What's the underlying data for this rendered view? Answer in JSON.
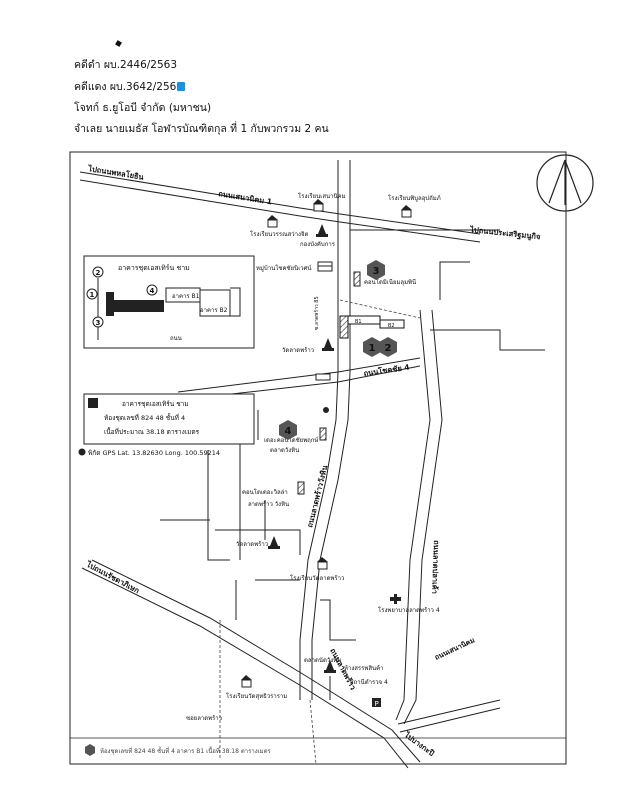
{
  "header": {
    "case_black": "คดีดำ ผบ.2446/2563",
    "case_red": "คดีแดง ผบ.3642/256",
    "plaintiff": "โจทก์ ธ.ยูโอบี จำกัด (มหาชน)",
    "defendant": "จำเลย นายเมธัส โอฬารบัณฑิตกุล ที่ 1 กับพวกรวม 2 คน"
  },
  "roads": {
    "to_phahonyothin": "ไปถนนพหลโยธิน",
    "to_prasert_manukit": "ไปถนนประเสริฐมนูกิจ",
    "road_upper": "ถนนเสนานิคม 1",
    "road_mid": "ถนนโชคชัย 4",
    "road_diag_main": "ถนนลาดพร้าววังหิน",
    "road_right": "ถนนลาดปลาเค้า",
    "road_bottom": "ถนนลาดพร้าว",
    "to_rattanathibet": "ไปถนนรัชดาภิเษก",
    "to_bang_kapi": "ไปบางกะปิ",
    "road_sena": "ถนนเสนานิคม"
  },
  "poi": {
    "school_top": "โรงเรียนเสนานิคม",
    "school_top_right": "โรงเรียนพิบูลอุปถัมภ์",
    "school_left": "โรงเรียนวรรณสว่างจิต",
    "police": "กองบังคับการ",
    "village": "หมู่บ้านโชคชัยนิเวศน์",
    "building_hosp": "คอนโดมิเนียมลุมพินี",
    "temp_1": "วัดลาดพร้าว",
    "condo_label": "เดอะคอนโดชัยพฤกษ์",
    "market": "ตลาดวังหิน",
    "condo_2": "คอนโดเดอะวิลล่า",
    "condo_2b": "ลาดพร้าว วังหิน",
    "temple_2": "วัดลาดพร้าว",
    "school_2": "โรงเรียนวัดลาดพร้าว",
    "hospital": "โรงพยาบาลลาดพร้าว 4",
    "market_2": "ตลาดนัดวังหิน",
    "shop_a": "ห้างสรรพสินค้า",
    "shop_b": "สถานีตำรวจ 4",
    "school_bottom": "โรงเรียนวัดสุทธิวราราม",
    "soi_label": "ซอยลาดพร้าว",
    "small_lane": "ซ.ลาดพร้าว 85"
  },
  "markers": [
    "1",
    "2",
    "3",
    "4"
  ],
  "inset": {
    "title": "อาคารชุดเอสเทิร์น ชาม",
    "b1": "อาคาร B1",
    "b2": "อาคาร B2",
    "road": "ถนน",
    "markers": [
      "1",
      "2",
      "3",
      "4"
    ]
  },
  "legend": {
    "line1": "อาคารชุดเอสเทิร์น ชาม",
    "line2": "ห้องชุดเลขที่ 824 48 ชั้นที่ 4",
    "line3": "เนื้อที่ประมาณ 38.18 ตารางเมตร"
  },
  "gps": "พิกัด GPS Lat. 13.82630 Long. 100.59214",
  "footer_note": "ห้องชุดเลขที่ 824 48 ชั้นที่ 4 อาคาร B1 เนื้อที่ 38.18 ตารางเมตร",
  "colors": {
    "ink": "#111111",
    "accent": "#1e8fe0",
    "marker": "#555555"
  }
}
